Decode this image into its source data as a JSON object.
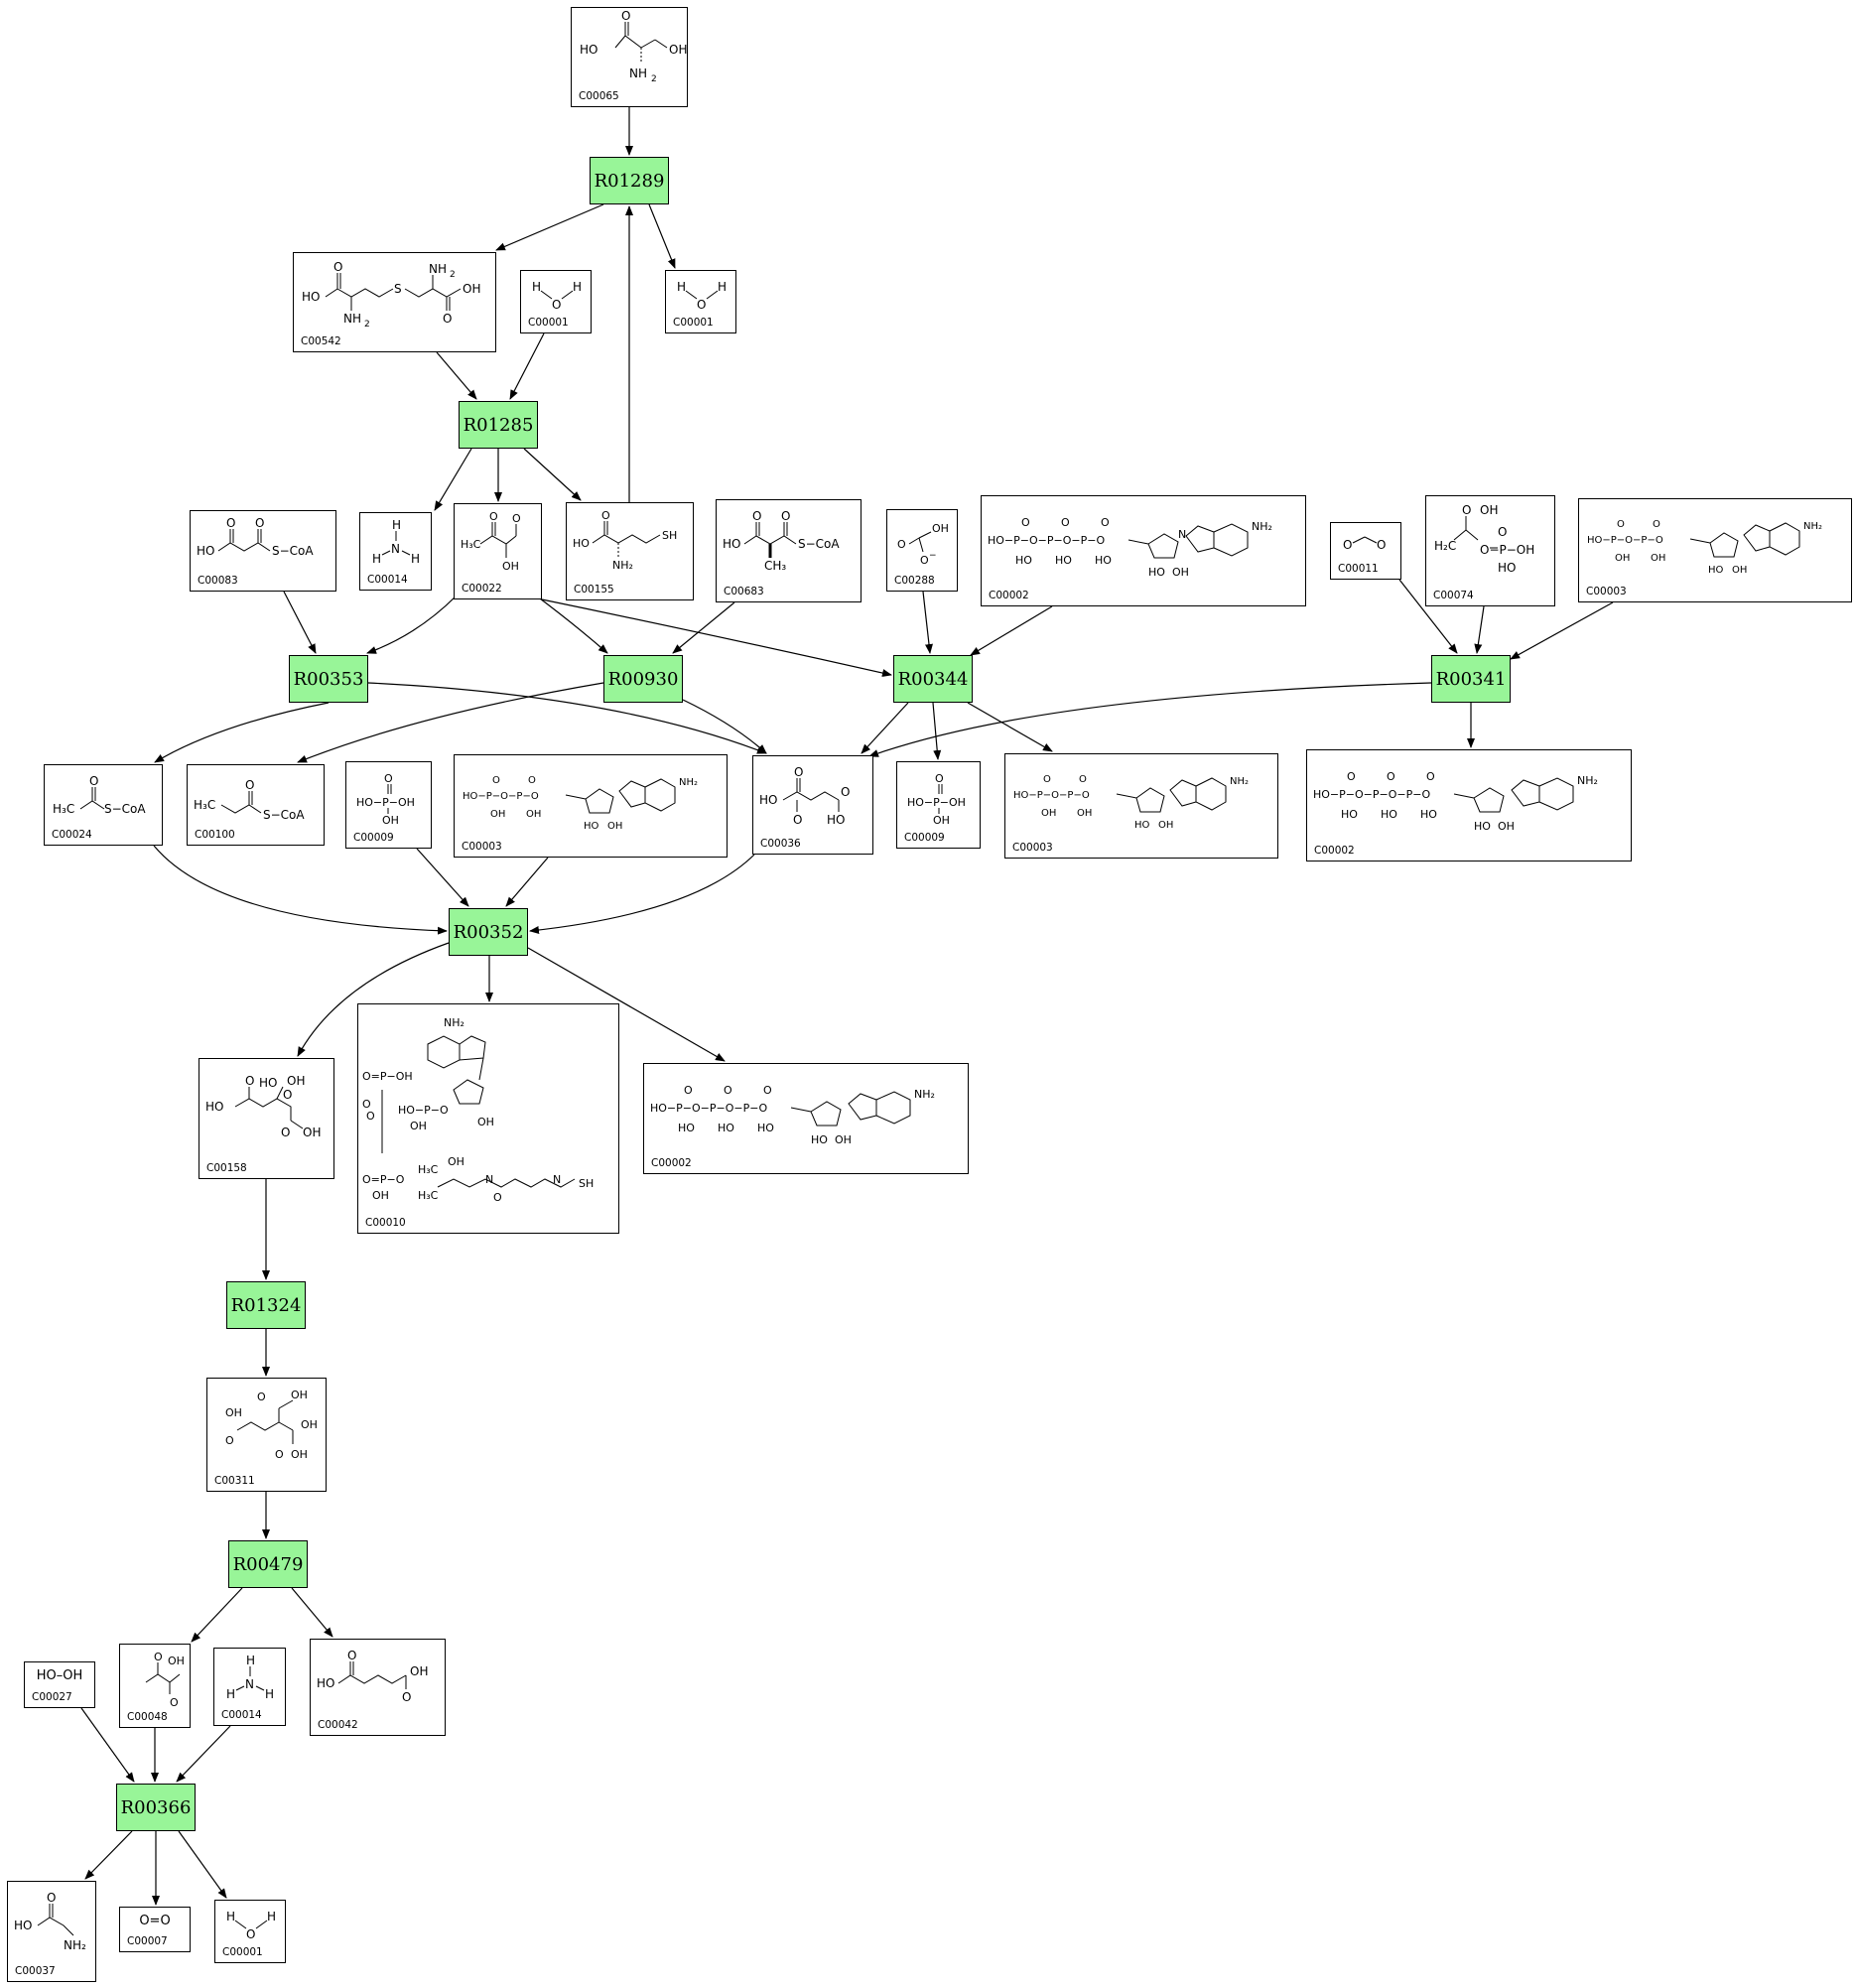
{
  "colors": {
    "reaction_fill": "#98f598",
    "stroke": "#000000"
  },
  "compounds": {
    "c00065": "C00065",
    "c00542": "C00542",
    "c00001_a": "C00001",
    "c00001_b": "C00001",
    "c00083": "C00083",
    "c00014_a": "C00014",
    "c00022": "C00022",
    "c00155": "C00155",
    "c00683": "C00683",
    "c00288": "C00288",
    "c00002_a": "C00002",
    "c00011": "C00011",
    "c00074": "C00074",
    "c00003_a": "C00003",
    "c00024": "C00024",
    "c00100": "C00100",
    "c00009_a": "C00009",
    "c00003_b": "C00003",
    "c00036": "C00036",
    "c00009_b": "C00009",
    "c00003_c": "C00003",
    "c00002_b": "C00002",
    "c00158": "C00158",
    "c00010": "C00010",
    "c00002_c": "C00002",
    "c00311": "C00311",
    "c00027": "C00027",
    "c00048": "C00048",
    "c00014_b": "C00014",
    "c00042": "C00042",
    "c00037": "C00037",
    "c00007": "C00007",
    "c00001_c": "C00001"
  },
  "formulas": {
    "c00027": "HO–OH",
    "c00007": "O=O"
  },
  "reactions": {
    "r01289": "R01289",
    "r01285": "R01285",
    "r00353": "R00353",
    "r00930": "R00930",
    "r00344": "R00344",
    "r00341": "R00341",
    "r00352": "R00352",
    "r01324": "R01324",
    "r00479": "R00479",
    "r00366": "R00366"
  }
}
